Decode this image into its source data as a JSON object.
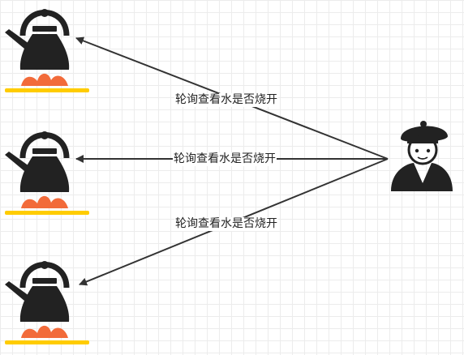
{
  "diagram": {
    "edges": [
      {
        "label": "轮询查看水是否烧开"
      },
      {
        "label": "轮询查看水是否烧开"
      },
      {
        "label": "轮询查看水是否烧开"
      }
    ],
    "icons": {
      "kettle": "kettle-on-stove-icon",
      "person": "person-with-beret-icon"
    },
    "colors": {
      "line": "#333333",
      "icon": "#222222",
      "flame": "#f26b3a",
      "burner": "#ffcc00",
      "grid": "#ececec"
    }
  }
}
